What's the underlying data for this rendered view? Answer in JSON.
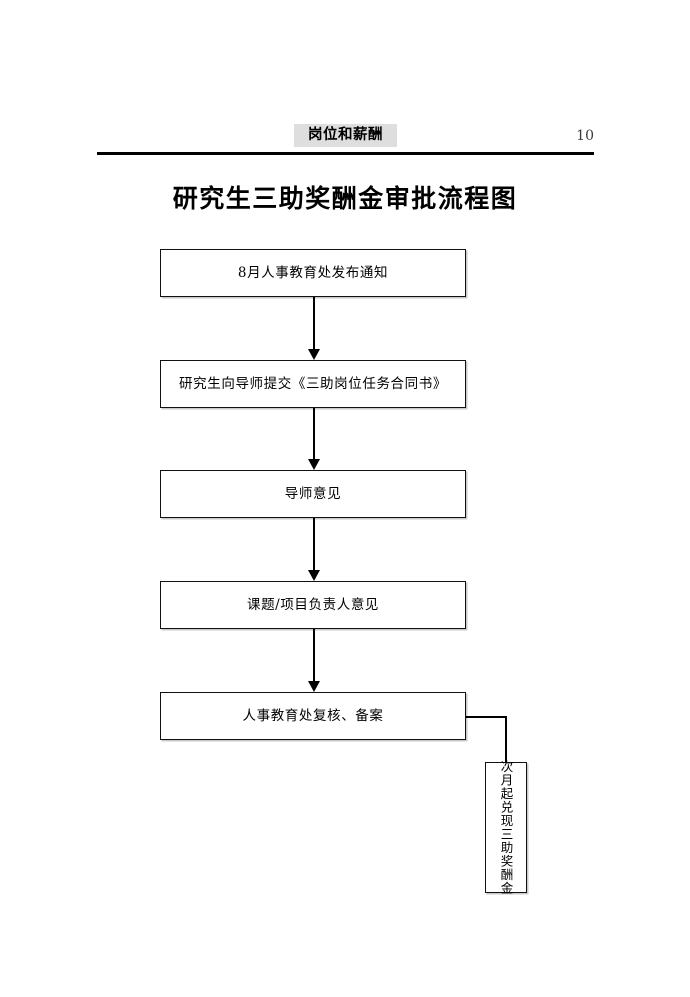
{
  "page": {
    "running_header": "岗位和薪酬",
    "page_number": "10",
    "header_highlight_color": "#dedede",
    "title": "研究生三助奖酬金审批流程图"
  },
  "flowchart": {
    "type": "vertical-process-flow",
    "nodes": [
      {
        "id": "n1",
        "label": "8月人事教育处发布通知"
      },
      {
        "id": "n2",
        "label": "研究生向导师提交《三助岗位任务合同书》"
      },
      {
        "id": "n3",
        "label": "导师意见"
      },
      {
        "id": "n4",
        "label": "课题/项目负责人意见"
      },
      {
        "id": "n5",
        "label": "人事教育处复核、备案"
      },
      {
        "id": "n6",
        "label": "次月起兑现三助奖酬金",
        "orientation": "vertical"
      }
    ],
    "connectors": [
      {
        "from": "n1",
        "to": "n2",
        "style": "arrow-down"
      },
      {
        "from": "n2",
        "to": "n3",
        "style": "arrow-down"
      },
      {
        "from": "n3",
        "to": "n4",
        "style": "arrow-down"
      },
      {
        "from": "n4",
        "to": "n5",
        "style": "arrow-down"
      },
      {
        "from": "n5",
        "to": "n6",
        "style": "elbow-right-down"
      }
    ]
  }
}
